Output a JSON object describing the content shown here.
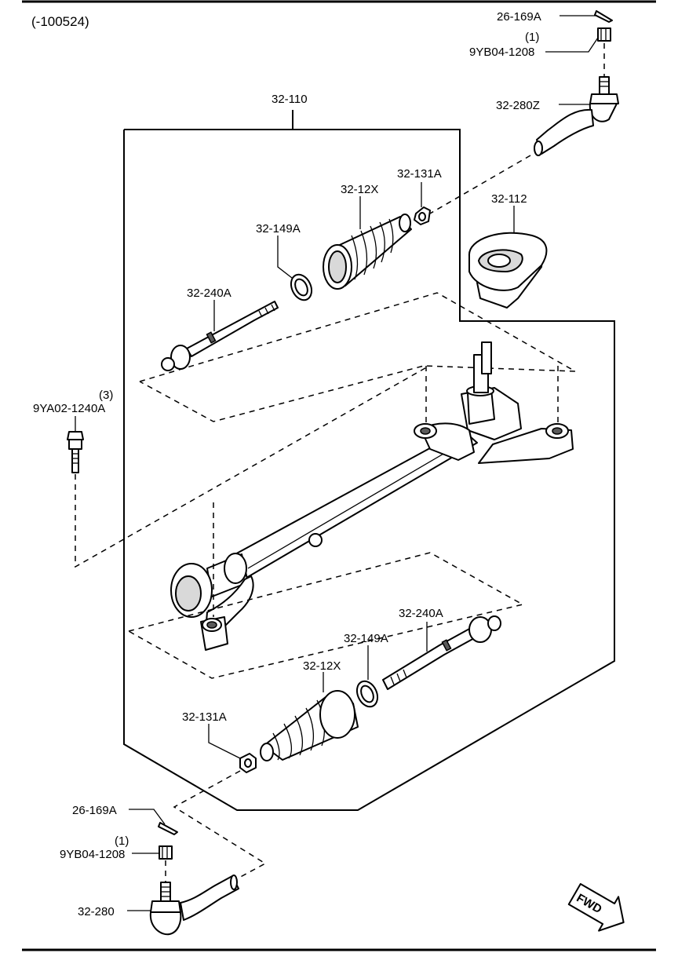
{
  "header": {
    "serial_range": "(-100524)"
  },
  "labels": {
    "cotter_pin_top": "26-169A",
    "nut_qty_top": "(1)",
    "nut_top": "9YB04-1208",
    "tie_rod_end_right": "32-280Z",
    "gear_assembly": "32-110",
    "clamp_top": "32-131A",
    "boot_top": "32-12X",
    "mount_rubber": "32-112",
    "boot_band_top": "32-149A",
    "tie_rod_top": "32-240A",
    "bolt_qty": "(3)",
    "bolt": "9YA02-1240A",
    "tie_rod_bottom": "32-240A",
    "boot_band_bottom": "32-149A",
    "boot_bottom": "32-12X",
    "clamp_bottom": "32-131A",
    "cotter_pin_bottom": "26-169A",
    "nut_qty_bottom": "(1)",
    "nut_bottom": "9YB04-1208",
    "tie_rod_end_left": "32-280"
  },
  "direction_marker": {
    "text": "FWD",
    "icon": "arrow-right-down-icon"
  }
}
